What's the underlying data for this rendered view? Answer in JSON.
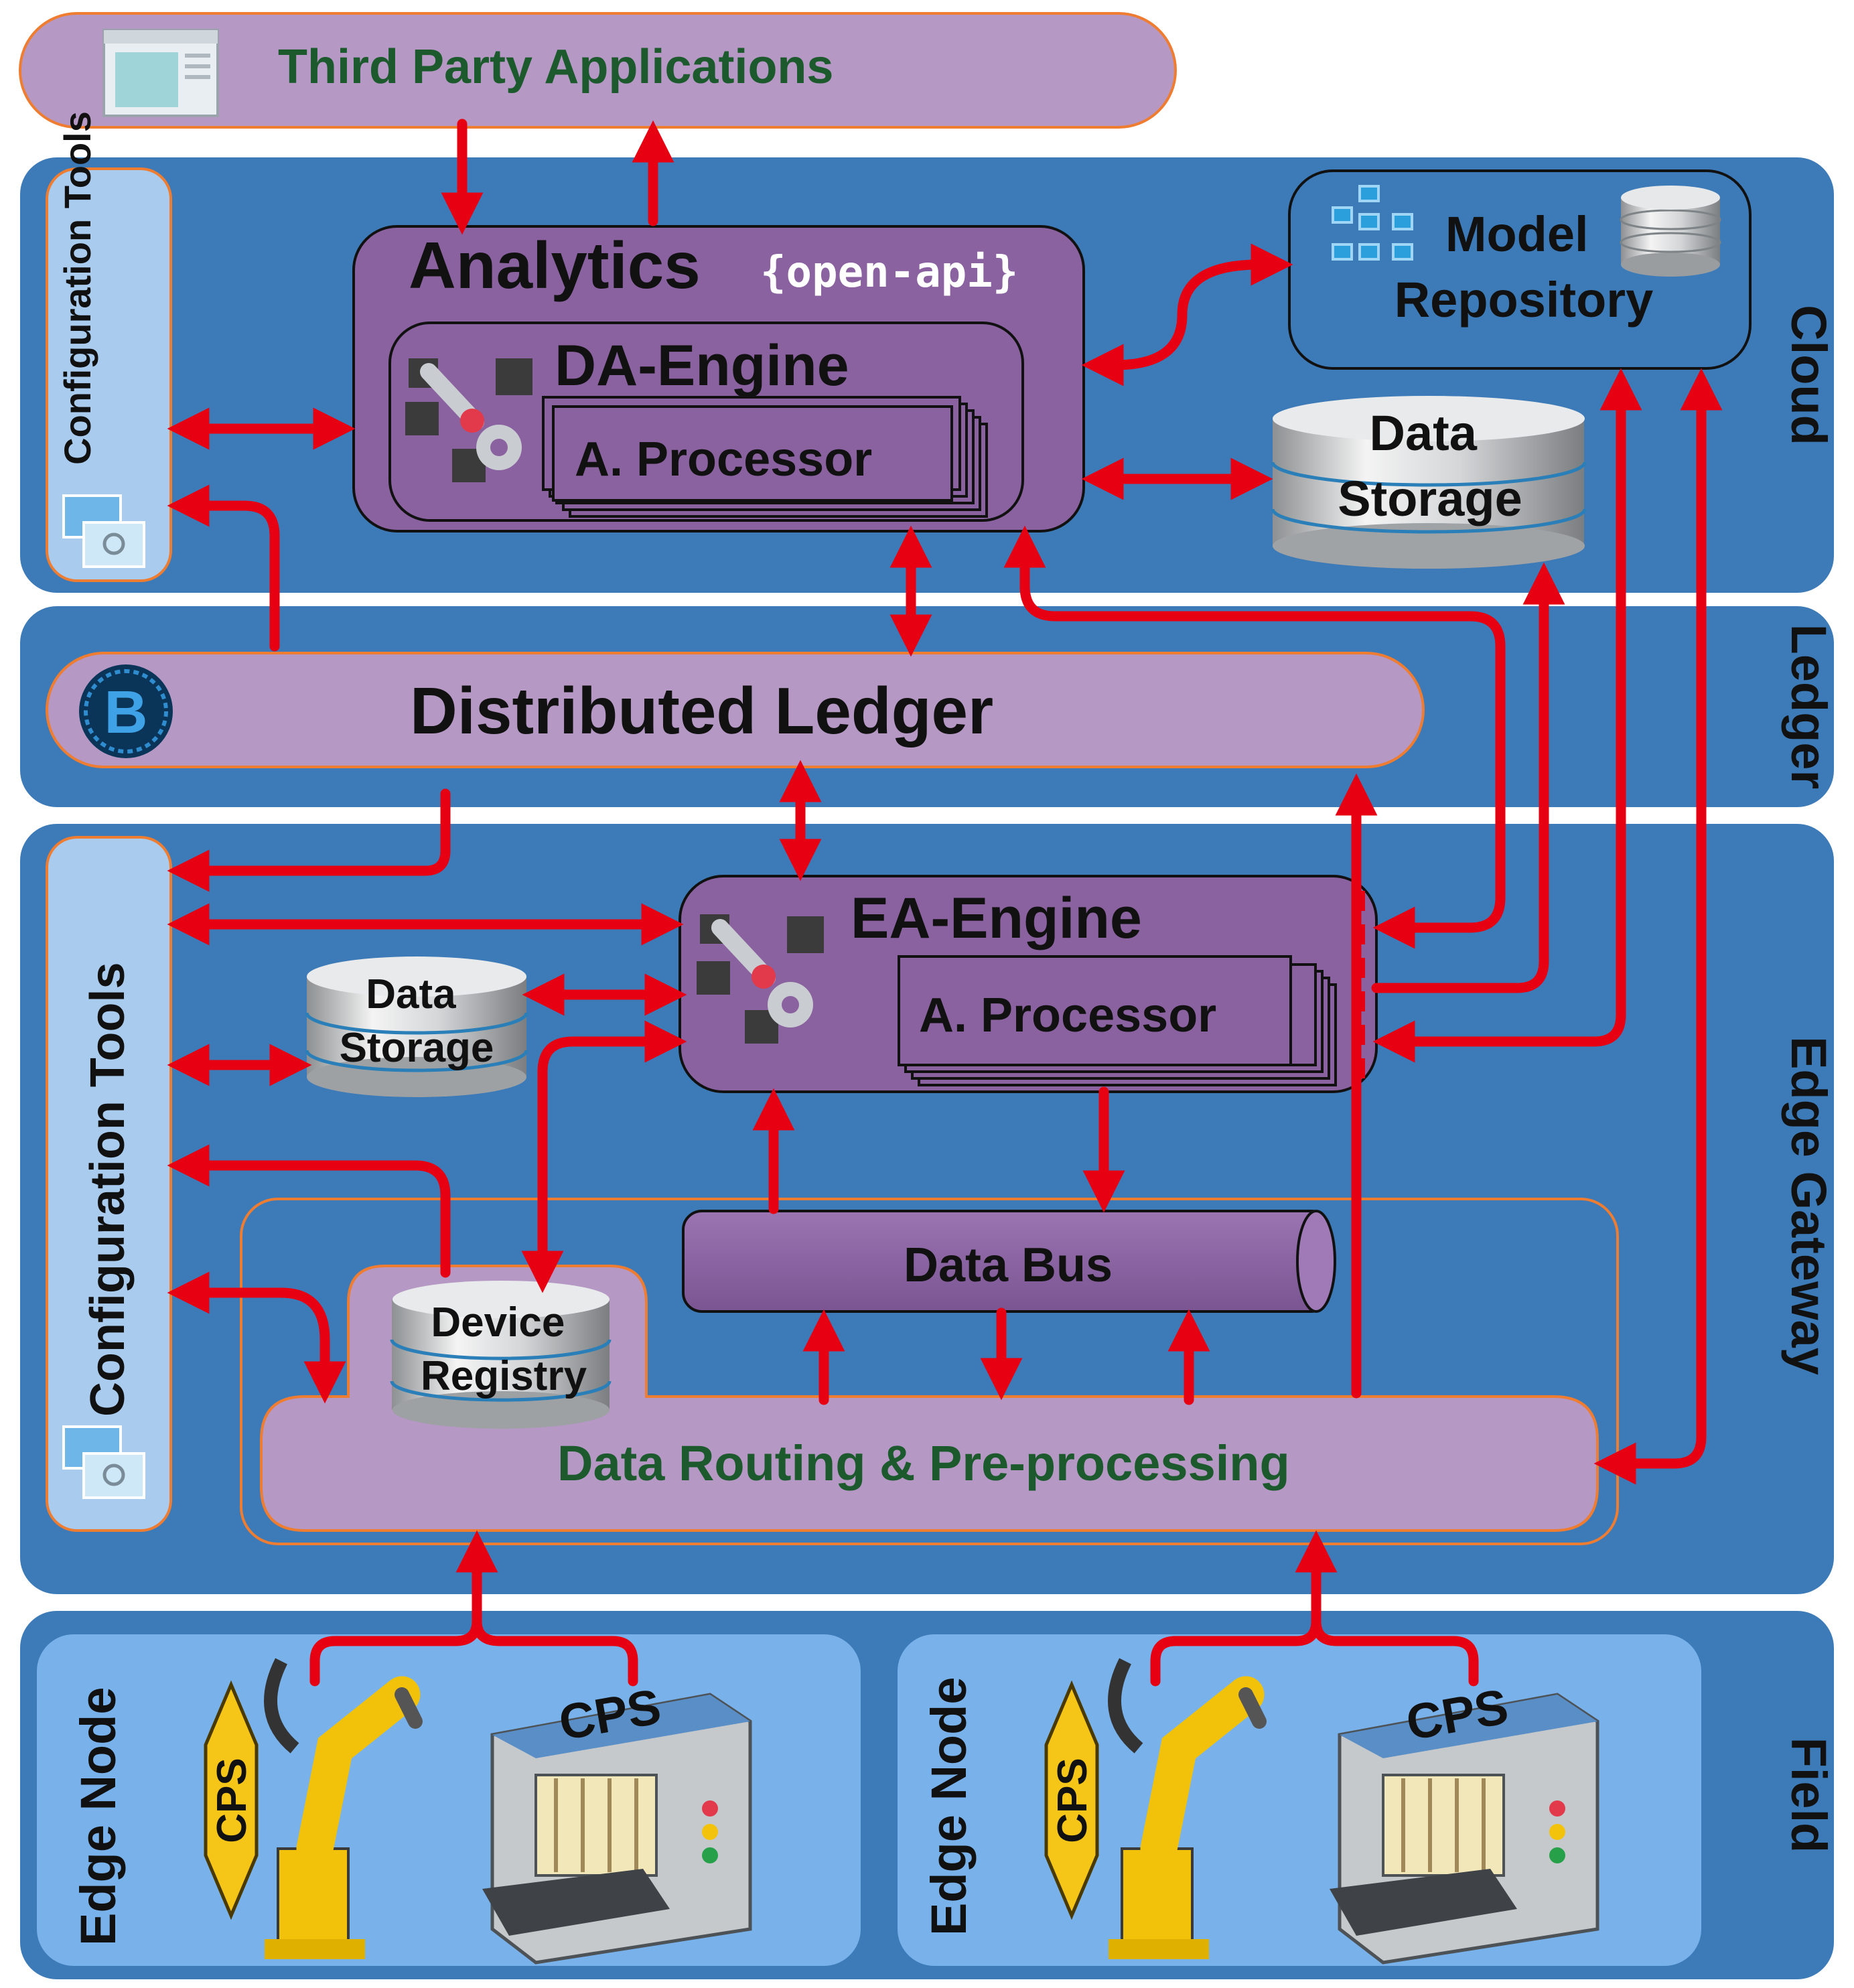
{
  "layers": {
    "cloud": "Cloud",
    "ledger": "Ledger",
    "edge_gateway": "Edge Gateway",
    "field": "Field"
  },
  "third_party": {
    "label": "Third Party Applications"
  },
  "cloud": {
    "config_tools": "Configuration Tools",
    "analytics": "Analytics",
    "open_api": "{open-api}",
    "da_engine": "DA-Engine",
    "processor": "A. Processor",
    "model_repository_line1": "Model",
    "model_repository_line2": "Repository",
    "data_storage_line1": "Data",
    "data_storage_line2": "Storage"
  },
  "ledger": {
    "distributed_ledger": "Distributed Ledger",
    "logo_letter": "B"
  },
  "edge": {
    "config_tools": "Configuration Tools",
    "ea_engine": "EA-Engine",
    "processor": "A. Processor",
    "data_storage_line1": "Data",
    "data_storage_line2": "Storage",
    "data_bus": "Data Bus",
    "device_registry_line1": "Device",
    "device_registry_line2": "Registry",
    "routing": "Data Routing & Pre-processing"
  },
  "field": {
    "node1": {
      "label": "Edge Node",
      "robot_tag": "CPS",
      "machine_tag": "CPS"
    },
    "node2": {
      "label": "Edge Node",
      "robot_tag": "CPS",
      "machine_tag": "CPS"
    }
  },
  "colors": {
    "layer_blue": "#3d7bb8",
    "light_purple": "#b598c4",
    "engine_purple": "#8a62a0",
    "config_blue": "#a9cbee",
    "field_blue": "#79b2ea",
    "arrow_red": "#e60012",
    "outline_orange": "#ee7d31",
    "text_green": "#1c5a2e"
  }
}
